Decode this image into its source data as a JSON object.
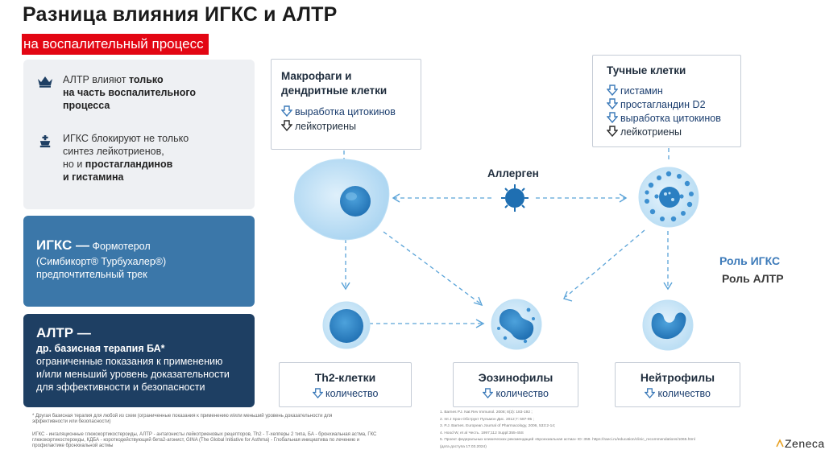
{
  "title": "Разница влияния ИГКС и АЛТР",
  "subtitle": "на воспалительный процесс",
  "left_panel": {
    "bullet1": {
      "line1_pre": "АЛТР влияют ",
      "line1_bold": "только",
      "line2": "на часть воспалительного",
      "line3": "процесса"
    },
    "bullet2": {
      "line1": "ИГКС блокируют не только",
      "line2": "синтез лейкотриенов,",
      "line3_pre": "но и ",
      "line3_bold": "простагландинов",
      "line4": "и гистамина"
    },
    "igks_card": {
      "head": "ИГКС —",
      "head_rest": " Формотерол",
      "line2": "(Симбикорт® Турбухалер®)",
      "line3": "предпочтительный трек"
    },
    "altr_card": {
      "head": "АЛТР —",
      "line2": "др. базисная терапия БА*",
      "line3": "ограниченные показания к применению",
      "line4": "и/или меньший уровень доказательности",
      "line5": "для эффективности и безопасности"
    }
  },
  "footnotes": {
    "note1": "* Другая базисная терапия для любой из схем (ограниченные показания к применению и/или меньший уровень доказательности для эффективности или безопасности)",
    "note2": "ИГКС - ингаляционные глюкокортикостероиды, АЛТР - антагонисты лейкотриеновых рецепторов, Th2 - Т-хелперы 2 типа, БА - бронхиальная астма, ГКС глюкокортикостероиды, КДБА - короткодействующий бета2-агонист, GINA (The Global Initiative for Asthma) - Глобальная инициатива по лечению и профилактике бронхиальной астмы",
    "refs": [
      "1. Barnes PJ. Nat Rev Immunol. 2008; 8(3): 183-192 ;",
      "2. Int J Хрон Обструкт Пульмон Дис. 2012;7: 587-95 ;",
      "3. P.J. Barnes. European Journal of Pharmacology, 2006, 533:2-14;",
      "4. Hood W, et al Честь. 1997;112 Suppl:355-45S",
      "5. Проект федеральных клинических рекомендаций «Бронхиальная астма» ID: 359. https://raeci.ru/education/clinic_recommendations/1065.html",
      "(дата доступа 17.03.2024)"
    ],
    "logo": "Zeneca"
  },
  "diagram": {
    "box_macro": {
      "title1": "Макрофаги и",
      "title2": "дендритные клетки",
      "r1": "выработка цитокинов",
      "r2": "лейкотриены"
    },
    "box_mast": {
      "title": "Тучные клетки",
      "r1": "гистамин",
      "r2": "простагландин D2",
      "r3": "выработка цитокинов",
      "r4": "лейкотриены"
    },
    "allergen": "Аллерген",
    "legend": {
      "igks": "Роль ИГКС",
      "altr": "Роль АЛТР"
    },
    "box_th2": {
      "title": "Th2-клетки",
      "row": "количество"
    },
    "box_eos": {
      "title": "Эозинофилы",
      "row": "количество"
    },
    "box_neu": {
      "title": "Нейтрофилы",
      "row": "количество"
    },
    "colors": {
      "igks_blue": "#3c7ab9",
      "altr_dark": "#2b2b2b",
      "accent_red": "#e30613"
    }
  }
}
